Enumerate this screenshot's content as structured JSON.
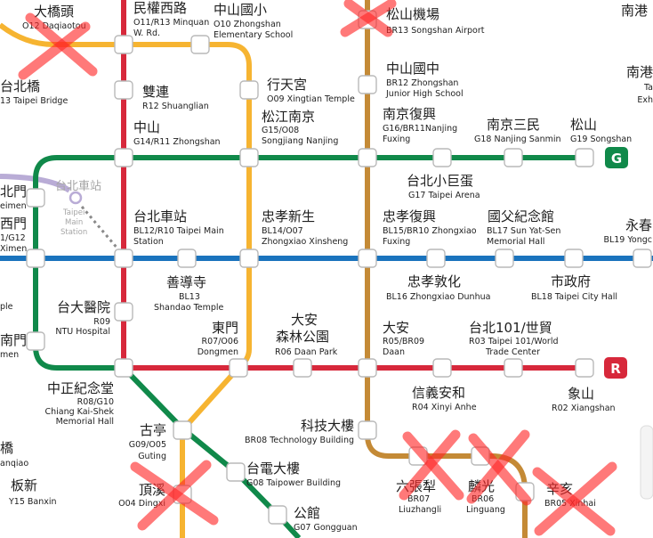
{
  "colors": {
    "red": "#d7283b",
    "orange": "#f6b431",
    "green": "#10894a",
    "blue": "#1a73bd",
    "brown": "#c48a36",
    "airport": "#b9acd6",
    "dotted": "#8a8a8a"
  },
  "badges": {
    "green": "G",
    "red": "R"
  },
  "stations": {
    "daqiaotou": {
      "zh": "大橋頭",
      "en": [
        "O12 Daqiaotou"
      ]
    },
    "minquan": {
      "zh": "民權西路",
      "en": [
        "O11/R13 Minquan",
        "W. Rd."
      ]
    },
    "zhongshan_elem": {
      "zh": "中山國小",
      "en": [
        "O10 Zhongshan",
        "Elementary School"
      ]
    },
    "songshan_airport": {
      "zh": "松山機場",
      "en": [
        "BR13 Songshan Airport"
      ]
    },
    "nangang_top": {
      "zh": "南港"
    },
    "taipei_bridge": {
      "zh": "台北橋",
      "en": [
        "13 Taipei Bridge"
      ]
    },
    "shuanglian": {
      "zh": "雙連",
      "en": [
        "R12 Shuanglian"
      ]
    },
    "xingtian": {
      "zh": "行天宮",
      "en": [
        "O09 Xingtian Temple"
      ]
    },
    "zhongshan_jh": {
      "zh": "中山國中",
      "en": [
        "BR12 Zhongshan",
        "Junior High School"
      ]
    },
    "nangang_right": {
      "zh": "南港",
      "en": [
        "Ta",
        "Exh"
      ]
    },
    "zhongshan": {
      "zh": "中山",
      "en": [
        "G14/R11 Zhongshan"
      ]
    },
    "songjiang": {
      "zh": "松江南京",
      "en": [
        "G15/O08",
        "Songjiang Nanjing"
      ]
    },
    "nanjing_fuxing": {
      "zh": "南京復興",
      "en": [
        "G16/BR11Nanjing",
        "Fuxing"
      ]
    },
    "nanjing_sanmin": {
      "zh": "南京三民",
      "en": [
        "G18 Nanjing Sanmin"
      ]
    },
    "songshan": {
      "zh": "松山",
      "en": [
        "G19 Songshan"
      ]
    },
    "taipei_arena": {
      "zh": "台北小巨蛋",
      "en": [
        "G17 Taipei Arena"
      ]
    },
    "beimen": {
      "zh": "北門",
      "en": [
        "eimen"
      ]
    },
    "airport_main": {
      "zh": "台北車站",
      "en": [
        "Taipei",
        "Main",
        "Station"
      ]
    },
    "ximen": {
      "zh": "西門",
      "en": [
        "1/G12",
        "Ximen"
      ]
    },
    "taipei_main": {
      "zh": "台北車站",
      "en": [
        "BL12/R10 Taipei Main",
        "Station"
      ]
    },
    "zhongxiao_xinsheng": {
      "zh": "忠孝新生",
      "en": [
        "BL14/O07",
        "Zhongxiao Xinsheng"
      ]
    },
    "zhongxiao_fuxing": {
      "zh": "忠孝復興",
      "en": [
        "BL15/BR10 Zhongxiao",
        "Fuxing"
      ]
    },
    "sys_memorial": {
      "zh": "國父紀念館",
      "en": [
        "BL17 Sun Yat-Sen",
        "Memorial Hall"
      ]
    },
    "yongchun": {
      "zh": "永春",
      "en": [
        "BL19 Yongc"
      ]
    },
    "shandao": {
      "zh": "善導寺",
      "en": [
        "BL13",
        "Shandao Temple"
      ]
    },
    "zhongxiao_dunhua": {
      "zh": "忠孝敦化",
      "en": [
        "BL16 Zhongxiao Dunhua"
      ]
    },
    "city_hall": {
      "zh": "市政府",
      "en": [
        "BL18 Taipei City Hall"
      ]
    },
    "longshan_partial": {
      "en": [
        "ple"
      ]
    },
    "ntu_hospital": {
      "zh": "台大醫院",
      "en": [
        "R09",
        "NTU Hospital"
      ]
    },
    "xiaonanmen": {
      "zh": "南門",
      "en": [
        "men"
      ]
    },
    "dongmen": {
      "zh": "東門",
      "en": [
        "R07/O06",
        "Dongmen"
      ]
    },
    "daan_park": {
      "zh": [
        "大安",
        "森林公園"
      ],
      "en": [
        "R06 Daan Park"
      ]
    },
    "daan": {
      "zh": "大安",
      "en": [
        "R05/BR09",
        "Daan"
      ]
    },
    "taipei101": {
      "zh": "台北101/世貿",
      "en": [
        "R03 Taipei 101/World",
        "Trade Center"
      ]
    },
    "cks": {
      "zh": "中正紀念堂",
      "en": [
        "R08/G10",
        "Chiang Kai-Shek",
        "Memorial Hall"
      ]
    },
    "xinyi_anhe": {
      "zh": "信義安和",
      "en": [
        "R04 Xinyi Anhe"
      ]
    },
    "xiangshan": {
      "zh": "象山",
      "en": [
        "R02 Xiangshan"
      ]
    },
    "tech_building": {
      "zh": "科技大樓",
      "en": [
        "BR08 Technology Building"
      ]
    },
    "guting": {
      "zh": "古亭",
      "en": [
        "G09/O05",
        "Guting"
      ]
    },
    "banqiao_partial": {
      "zh": "橋",
      "en": [
        "anqiao"
      ]
    },
    "taipower": {
      "zh": "台電大樓",
      "en": [
        "G08 Taipower Building"
      ]
    },
    "banxin": {
      "zh": "板新",
      "en": [
        "Y15 Banxin"
      ]
    },
    "dingxi": {
      "zh": "頂溪",
      "en": [
        "O04 Dingxi"
      ]
    },
    "gongguan": {
      "zh": "公館",
      "en": [
        "G07 Gongguan"
      ]
    },
    "liuzhangli": {
      "zh": "六張犁",
      "en": [
        "BR07",
        "Liuzhangli"
      ]
    },
    "linguang": {
      "zh": "麟光",
      "en": [
        "BR06",
        "Linguang"
      ]
    },
    "xinhai": {
      "zh": "辛亥",
      "en": [
        "BR05 Xinhai"
      ]
    }
  }
}
